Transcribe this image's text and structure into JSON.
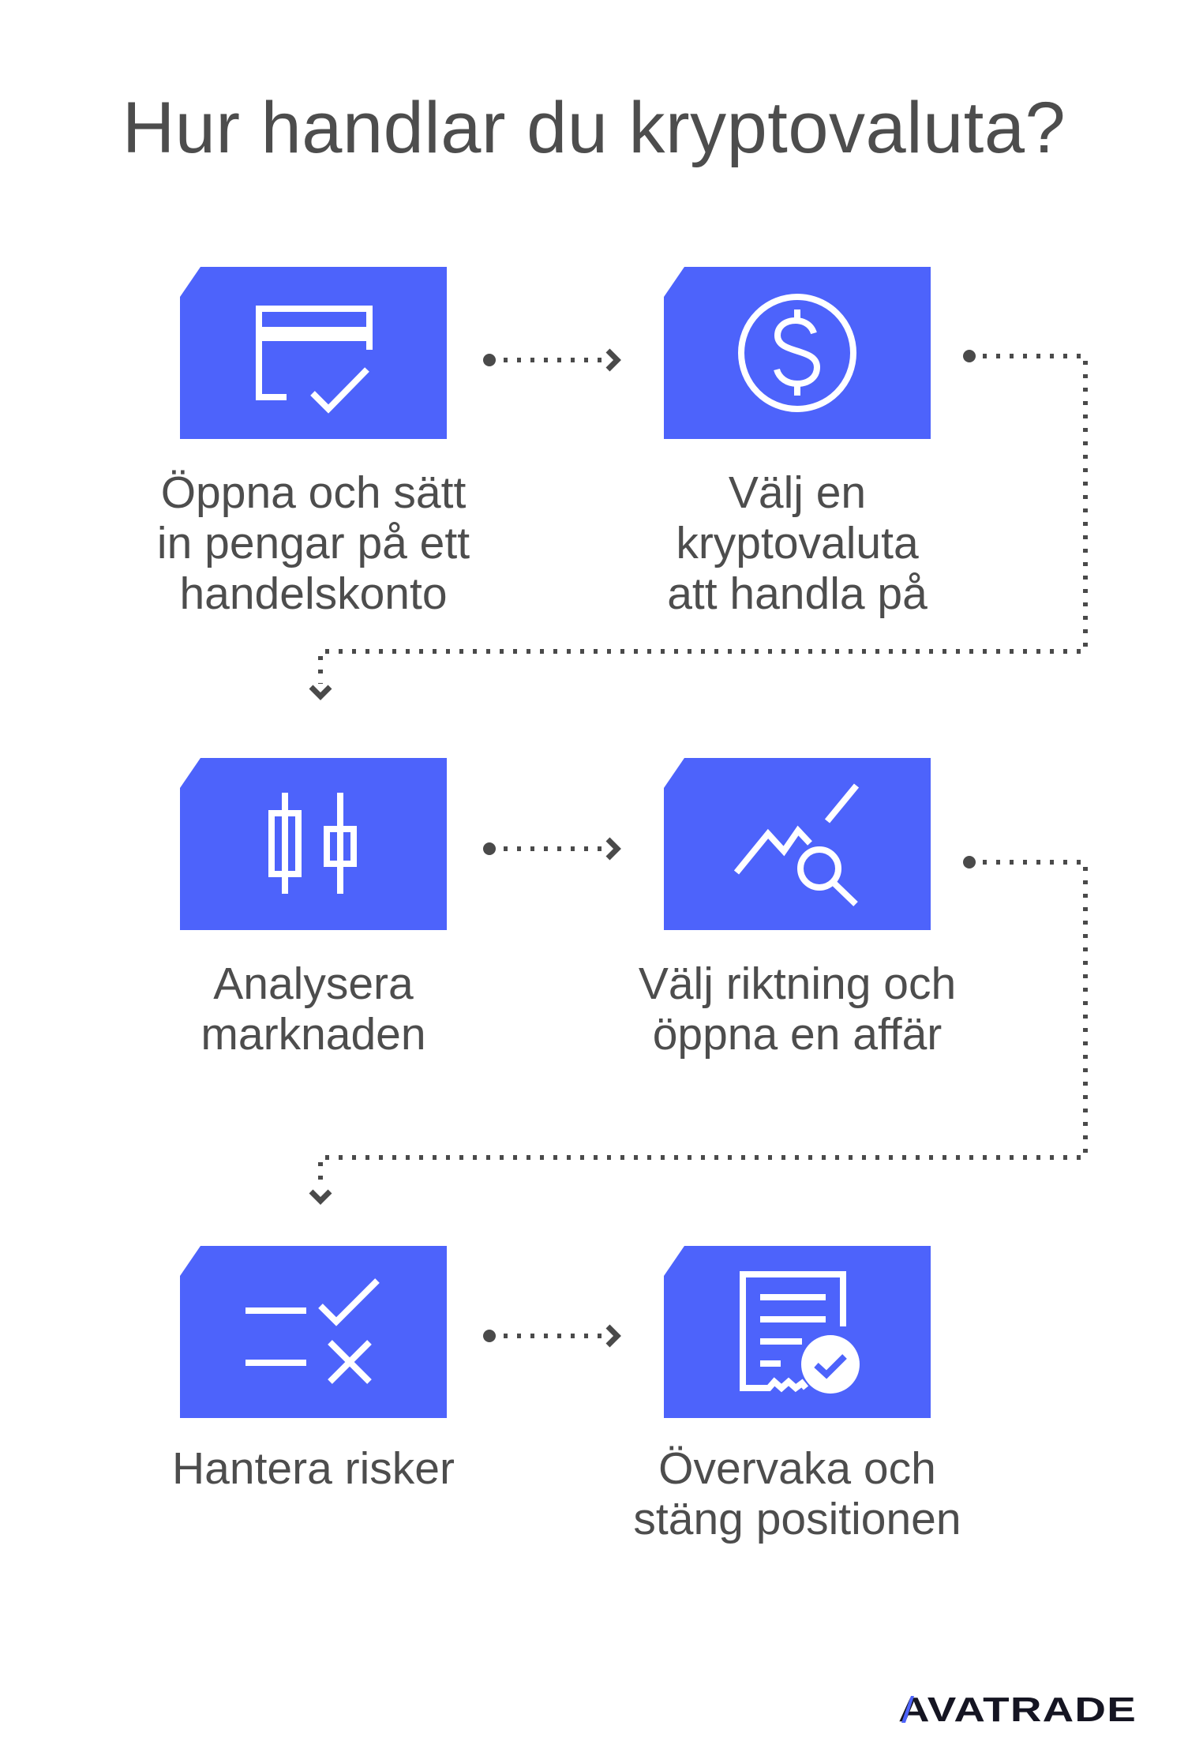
{
  "title": "Hur handlar du kryptovaluta?",
  "accent_color": "#4d63fb",
  "text_color": "#4d4d4d",
  "connector_color": "#4a4a4a",
  "steps": [
    {
      "label": "Öppna och sätt\nin pengar på ett\nhandelskonto",
      "icon": "credit-card-check-icon"
    },
    {
      "label": "Välj en\nkryptovaluta\natt handla på",
      "icon": "dollar-coin-icon"
    },
    {
      "label": "Analysera\nmarknaden",
      "icon": "candlestick-icon"
    },
    {
      "label": "Välj riktning och\nöppna en affär",
      "icon": "chart-search-icon"
    },
    {
      "label": "Hantera risker",
      "icon": "check-cross-list-icon"
    },
    {
      "label": "Övervaka och\nstäng positionen",
      "icon": "document-check-icon"
    }
  ],
  "brand": {
    "logo_text": "AVATRADE",
    "logo_colors": [
      "#151522",
      "#4d63fb"
    ]
  }
}
